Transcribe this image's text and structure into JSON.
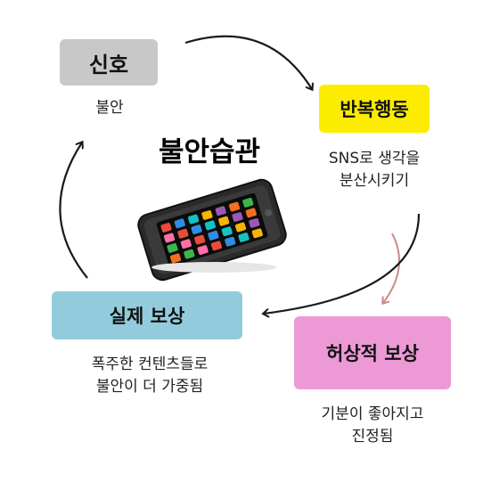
{
  "title": "불안습관",
  "signal": {
    "label": "신호",
    "desc": "불안"
  },
  "repeat": {
    "label": "반복행동",
    "desc": "SNS로 생각을\n분산시키기"
  },
  "false_reward": {
    "label": "허상적 보상",
    "desc": "기분이 좋아지고\n진정됨"
  },
  "actual_reward": {
    "label": "실제 보상",
    "desc": "폭주한 컨텐츠들로\n불안이 더 가중됨"
  },
  "colors": {
    "signal": "#c8c8c8",
    "repeat": "#fbec00",
    "false_reward": "#ec99d6",
    "actual_reward": "#92ccdc",
    "arrow_main": "#1a1a1a",
    "arrow_faded": "#c98a8a"
  },
  "icons": [
    "smartphone-illustration"
  ]
}
